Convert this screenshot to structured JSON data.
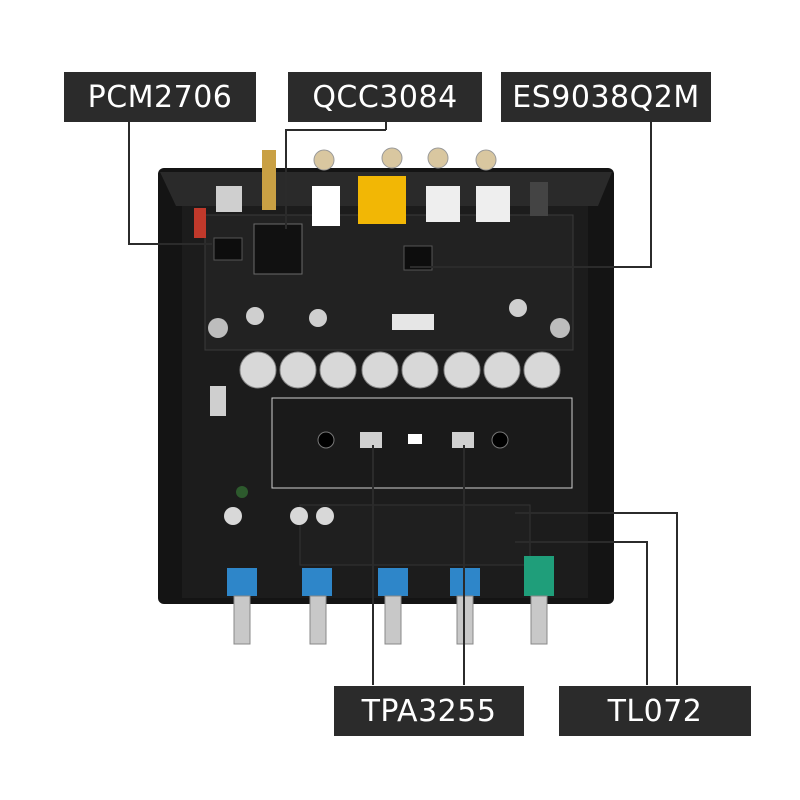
{
  "callouts": {
    "pcm": "PCM2706",
    "qcc": "QCC3084",
    "es": "ES9038Q2M",
    "tpa": "TPA3255",
    "tl": "TL072"
  },
  "colors": {
    "label_bg": "#2b2b2b",
    "label_text": "#ffffff",
    "board": "#1a1a1a",
    "chassis": "#111111",
    "spdif": "#f2b705",
    "knob_blue": "#2e86c9",
    "knob_green": "#1f9e7a"
  },
  "icons": [
    "board-photo"
  ]
}
